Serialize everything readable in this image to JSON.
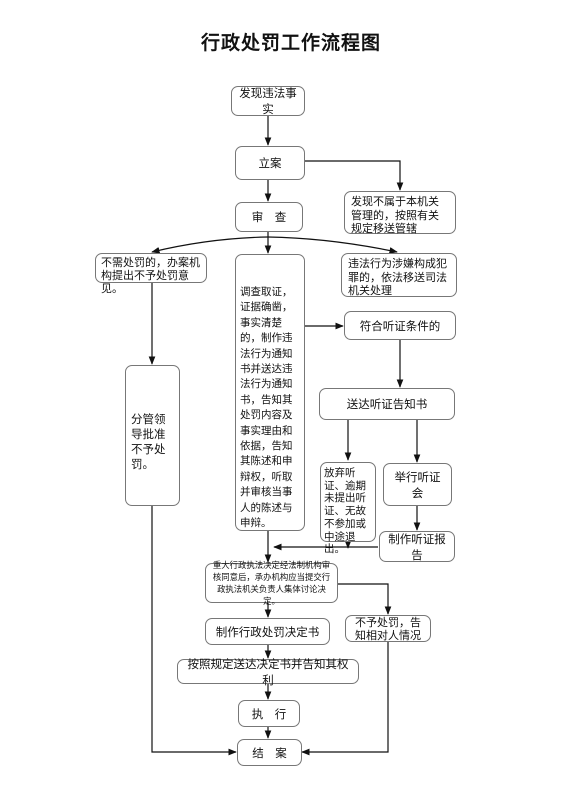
{
  "title": "行政处罚工作流程图",
  "nodes": {
    "discover": "发现违法事实",
    "file_case": "立案",
    "review": "审　查",
    "not_jurisdiction": "发现不属于本机关管理的，按照有关规定移送管辖",
    "criminal": "违法行为涉嫌构成犯罪的，依法移送司法机关处理",
    "no_penalty": "不需处罚的，办案机构提出不予处罚意见。",
    "investigate": "调查取证，证据确凿，事实清楚的，制作违法行为通知书并送达违法行为通知书，告知其处罚内容及事实理由和依据，告知其陈述和申辩权，听取并审核当事人的陈述与申辩。",
    "hearing_condition": "符合听证条件的",
    "hearing_notice": "送达听证告知书",
    "waive": "放弃听证、逾期未提出听证、无故不参加或中途退出。",
    "hold_hearing": "举行听证会",
    "leader_approve": "分管领导批准不予处罚。",
    "hearing_report": "制作听证报告",
    "major_decision": "重大行政执法决定经法制机构审核同意后，承办机构应当提交行政执法机关负责人集体讨论决定。",
    "make_decision": "制作行政处罚决定书",
    "no_penalty_notify": "不予处罚，告知相对人情况",
    "deliver": "按照规定送达决定书并告知其权利",
    "execute": "执　行",
    "close": "结　案"
  }
}
